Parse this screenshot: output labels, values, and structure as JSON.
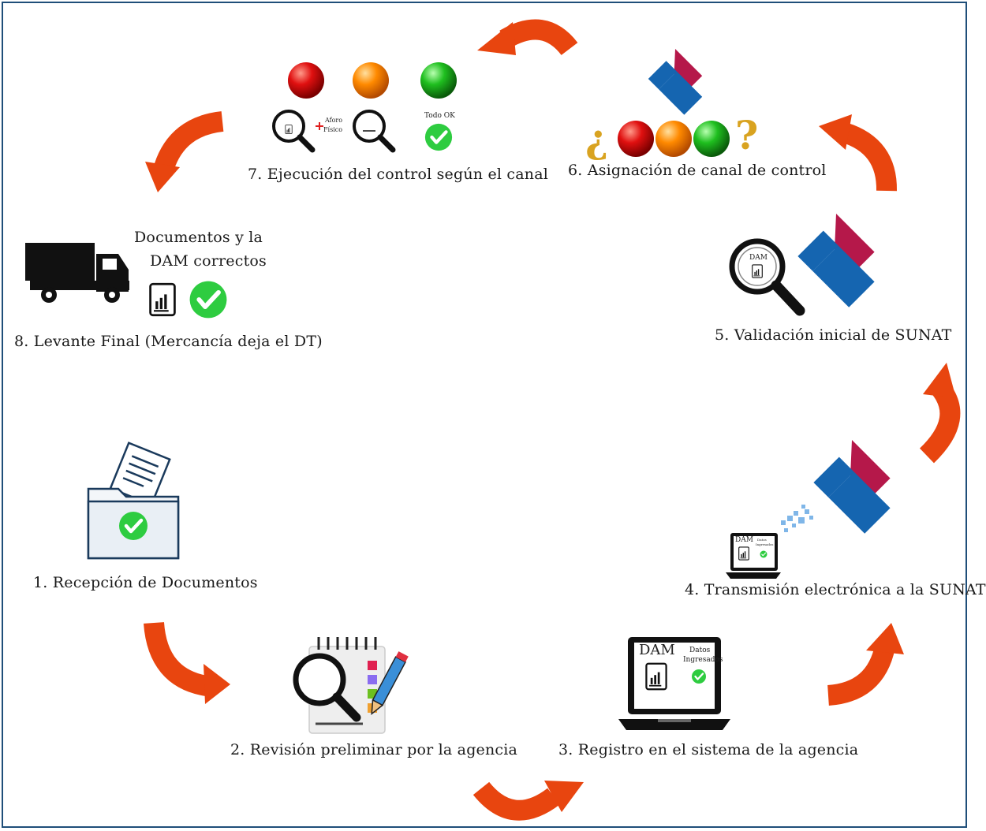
{
  "steps": {
    "s1": "1. Recepción de Documentos",
    "s2": "2. Revisión preliminar por la agencia",
    "s3": "3. Registro en el sistema de la agencia",
    "s4": "4. Transmisión electrónica a la SUNAT",
    "s5": "5. Validación inicial de SUNAT",
    "s6": "6. Asignación de canal de control",
    "s7": "7. Ejecución del control según el canal",
    "s8": "8. Levante Final (Mercancía deja el DT)"
  },
  "step8_note_line1": "Documentos y la",
  "step8_note_line2": "DAM correctos",
  "screen": {
    "dam": "DAM",
    "datos_line1": "Datos",
    "datos_line2": "Ingresados"
  },
  "channel": {
    "aforo_line1": "Aforo",
    "aforo_line2": "Físico",
    "todo_ok": "Todo OK",
    "q_open": "¿",
    "q_close": "?"
  },
  "colors": {
    "arrow": "#e8450f",
    "sunat_red": "#b5184a",
    "sunat_blue": "#1565b0",
    "check_green": "#2ecc40",
    "border": "#1f4e79"
  },
  "icons": [
    "folder-check-icon",
    "checklist-magnifier-icon",
    "laptop-dam-icon",
    "sunat-logo-icon",
    "magnifier-dam-icon",
    "traffic-light-icon",
    "truck-icon",
    "document-icon",
    "check-icon",
    "curved-arrow-icon"
  ]
}
